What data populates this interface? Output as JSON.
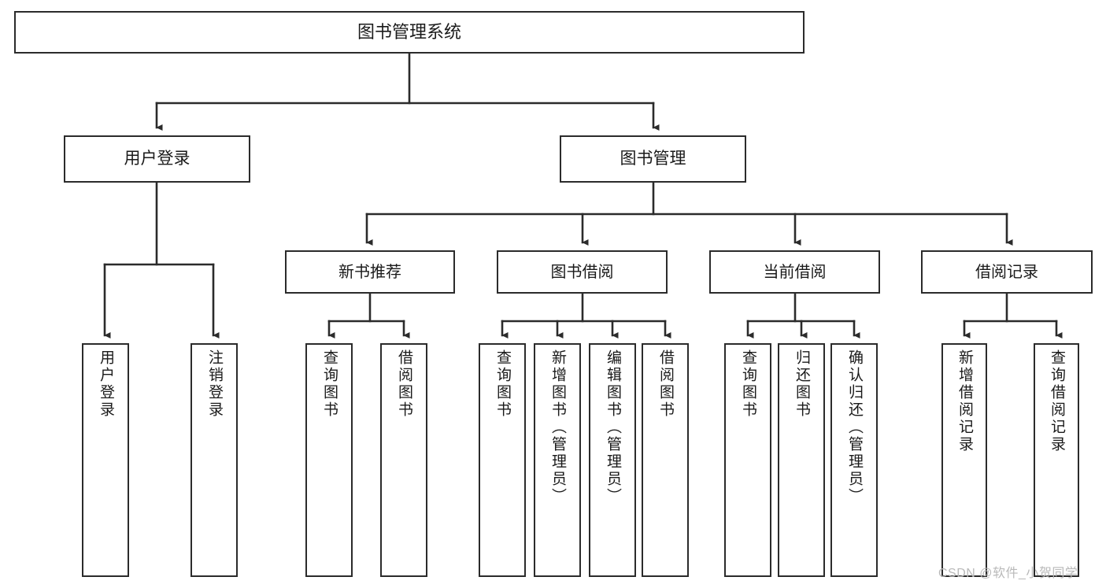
{
  "diagram": {
    "type": "hierarchy-tree",
    "orientation": "top-down",
    "title": "图书管理系统",
    "box_border_color": "#2b2b2b",
    "box_fill_color": "#ffffff",
    "connector_color": "#2b2b2b",
    "text_color": "#1a1a1a",
    "levels": 4,
    "nodes": {
      "root": {
        "label": "图书管理系统",
        "level": 1,
        "text_direction": "horizontal"
      },
      "l2": [
        {
          "label": "用户登录",
          "level": 2,
          "text_direction": "horizontal"
        },
        {
          "label": "图书管理",
          "level": 2,
          "text_direction": "horizontal"
        }
      ],
      "l3": [
        {
          "label": "新书推荐",
          "level": 3,
          "text_direction": "horizontal"
        },
        {
          "label": "图书借阅",
          "level": 3,
          "text_direction": "horizontal"
        },
        {
          "label": "当前借阅",
          "level": 3,
          "text_direction": "horizontal"
        },
        {
          "label": "借阅记录",
          "level": 3,
          "text_direction": "horizontal"
        }
      ],
      "leaves": [
        {
          "label": "用户登录",
          "parent": "用户登录",
          "text_direction": "vertical"
        },
        {
          "label": "注销登录",
          "parent": "用户登录",
          "text_direction": "vertical"
        },
        {
          "label": "查询图书",
          "parent": "新书推荐",
          "text_direction": "vertical"
        },
        {
          "label": "借阅图书",
          "parent": "新书推荐",
          "text_direction": "vertical"
        },
        {
          "label": "查询图书",
          "parent": "图书借阅",
          "text_direction": "vertical"
        },
        {
          "label": "新增图书（管理员）",
          "parent": "图书借阅",
          "text_direction": "vertical"
        },
        {
          "label": "编辑图书（管理员）",
          "parent": "图书借阅",
          "text_direction": "vertical"
        },
        {
          "label": "借阅图书",
          "parent": "图书借阅",
          "text_direction": "vertical"
        },
        {
          "label": "查询图书",
          "parent": "当前借阅",
          "text_direction": "vertical"
        },
        {
          "label": "归还图书",
          "parent": "当前借阅",
          "text_direction": "vertical"
        },
        {
          "label": "确认归还（管理员）",
          "parent": "当前借阅",
          "text_direction": "vertical"
        },
        {
          "label": "新增借阅记录",
          "parent": "借阅记录",
          "text_direction": "vertical"
        },
        {
          "label": "查询借阅记录",
          "parent": "借阅记录",
          "text_direction": "vertical"
        }
      ]
    }
  },
  "watermark": {
    "text": "CSDN @软件_小贺同学",
    "color": "#b9b9b9"
  }
}
